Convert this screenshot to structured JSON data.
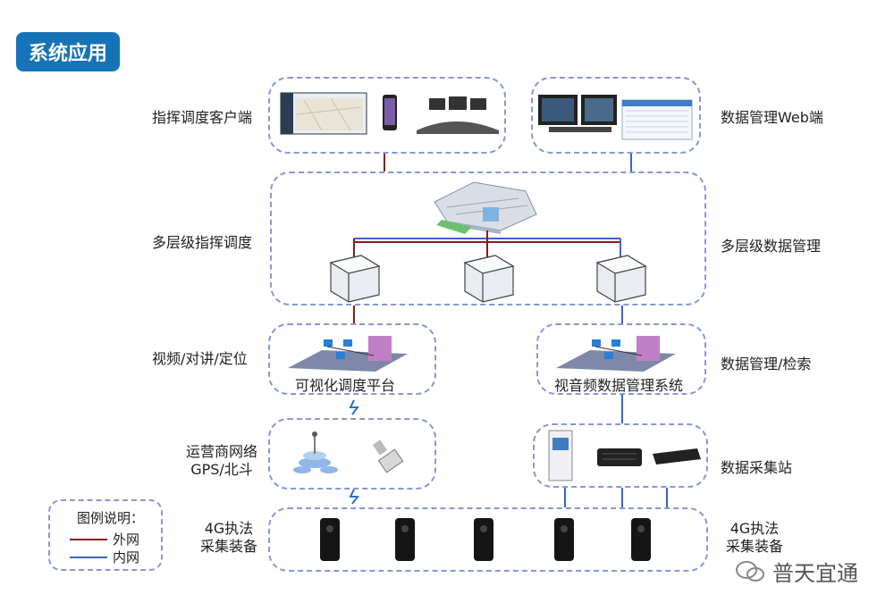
{
  "header": {
    "title": "系统应用"
  },
  "left_labels": {
    "client": "指挥调度客户端",
    "multilevel_dispatch": "多层级指挥调度",
    "video": "视频/对讲/定位",
    "network_l1": "运营商网络",
    "network_l2": "GPS/北斗",
    "devices_l1": "4G执法",
    "devices_l2": "采集装备"
  },
  "right_labels": {
    "web": "数据管理Web端",
    "multilevel_data": "多层级数据管理",
    "retrieve": "数据管理/检索",
    "station": "数据采集站",
    "devices_l1": "4G执法",
    "devices_l2": "采集装备"
  },
  "captions": {
    "platform": "可视化调度平台",
    "av_system": "视音频数据管理系统"
  },
  "legend": {
    "title": "图例说明：",
    "external": "外网",
    "internal": "内网",
    "external_color": "#8b1a1a",
    "internal_color": "#3a64c8"
  },
  "watermark": "普天宜通",
  "colors": {
    "accent": "#1773b8",
    "dashed_border": "#8a96d6"
  }
}
